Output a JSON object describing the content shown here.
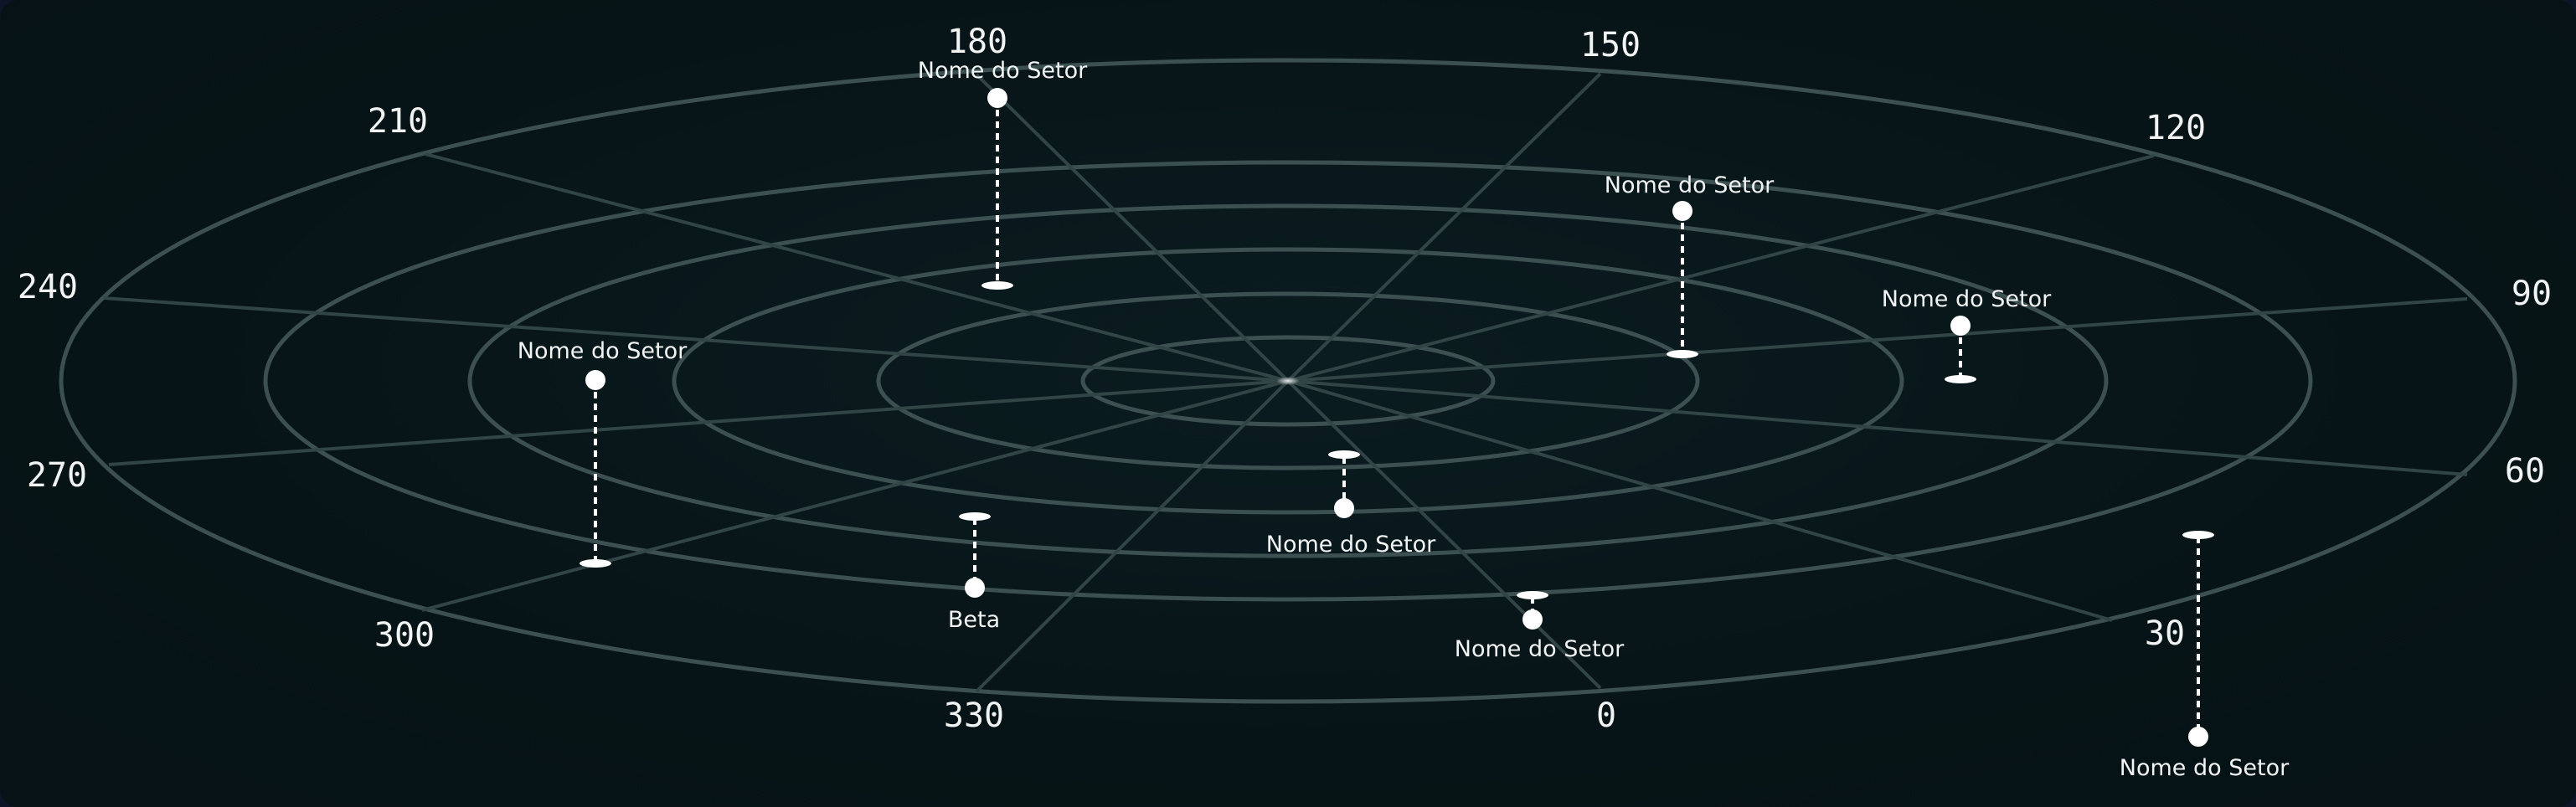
{
  "radar": {
    "angle_labels": [
      "0",
      "30",
      "60",
      "90",
      "120",
      "150",
      "180",
      "210",
      "240",
      "270",
      "300",
      "330"
    ],
    "markers": [
      {
        "label": "Nome do Setor"
      },
      {
        "label": "Nome do Setor"
      },
      {
        "label": "Nome do Setor"
      },
      {
        "label": "Nome do Setor"
      },
      {
        "label": "Beta"
      },
      {
        "label": "Nome do Setor"
      },
      {
        "label": "Nome do Setor"
      },
      {
        "label": "Nome do Setor"
      }
    ]
  },
  "colors": {
    "background": "#061215",
    "grid": "#3c5052",
    "marker": "#ffffff",
    "text": "#f2f4f4"
  }
}
